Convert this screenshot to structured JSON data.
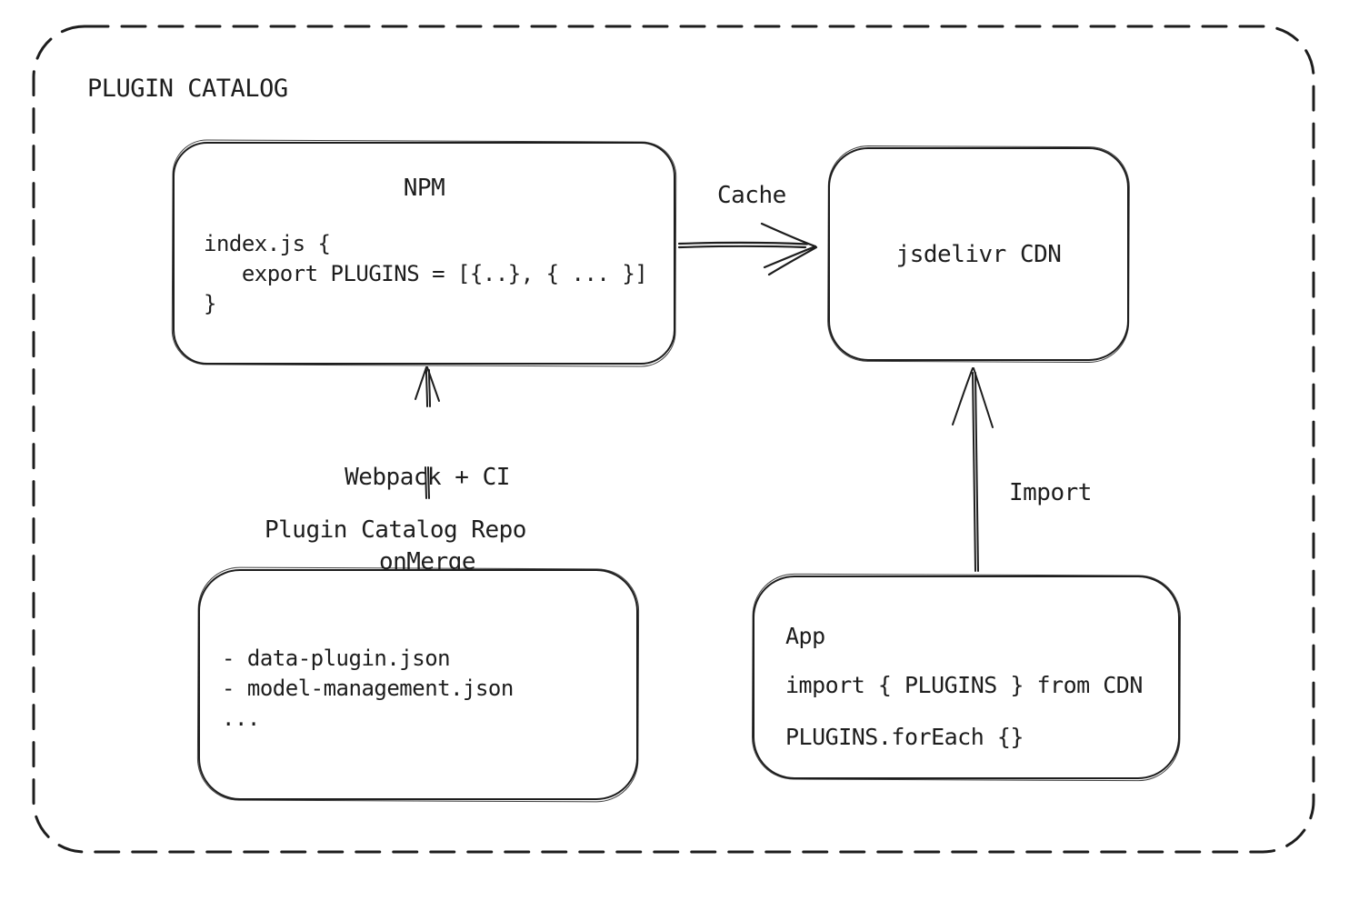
{
  "diagram": {
    "title": "PLUGIN CATALOG",
    "colors": {
      "stroke": "#1d1d1d",
      "background": "#ffffff"
    },
    "nodes": {
      "npm": {
        "title": "NPM",
        "code": [
          "index.js {",
          "   export PLUGINS = [{..}, { ... }]",
          "}"
        ]
      },
      "cdn": {
        "label": "jsdelivr CDN"
      },
      "repo": {
        "label": "Plugin Catalog Repo",
        "items": [
          "- data-plugin.json",
          "- model-management.json",
          "..."
        ]
      },
      "app": {
        "title": "App",
        "code": [
          "import { PLUGINS } from CDN",
          "PLUGINS.forEach {}"
        ]
      }
    },
    "edges": {
      "cache": {
        "label": "Cache",
        "from": "NPM",
        "to": "jsdelivr CDN"
      },
      "build": {
        "label1": "Webpack + CI",
        "label2": "onMerge",
        "from": "Plugin Catalog Repo",
        "to": "NPM"
      },
      "import": {
        "label": "Import",
        "from": "App",
        "to": "jsdelivr CDN"
      }
    }
  }
}
